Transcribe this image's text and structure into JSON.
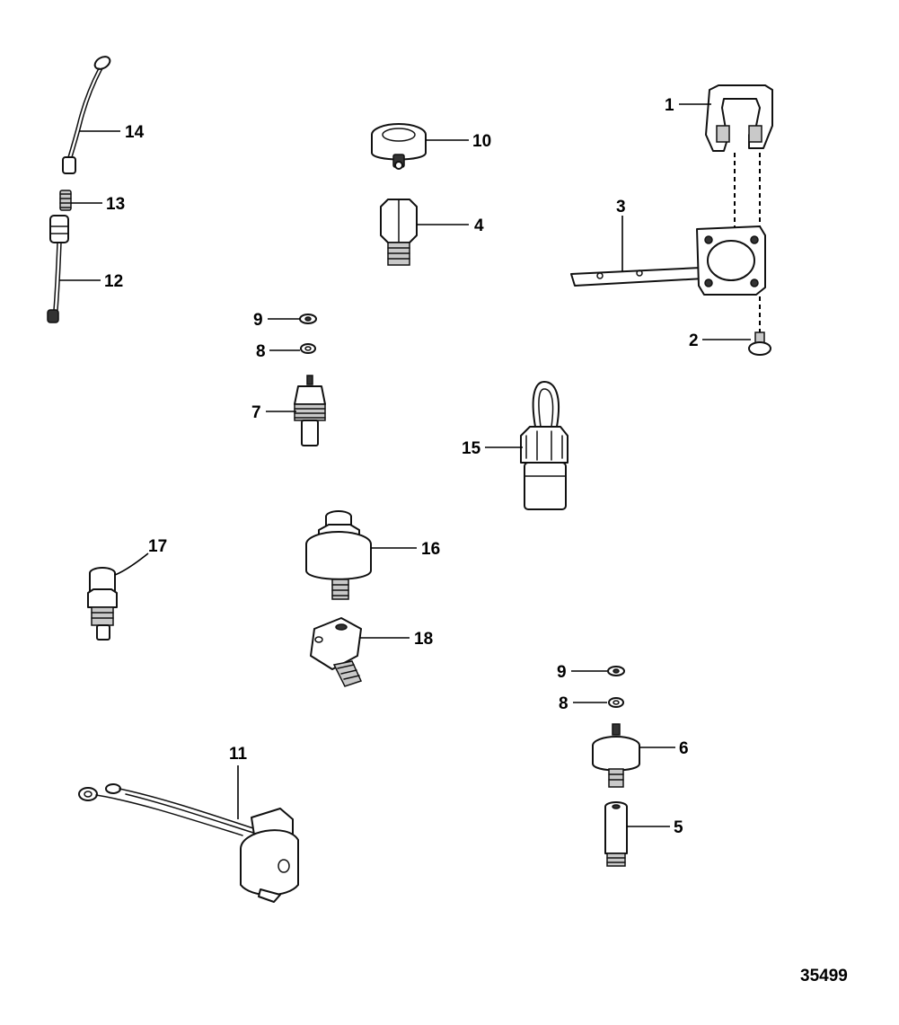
{
  "callouts": {
    "c1": "1",
    "c2": "2",
    "c3": "3",
    "c4": "4",
    "c5": "5",
    "c6": "6",
    "c7": "7",
    "c8a": "8",
    "c8b": "8",
    "c9a": "9",
    "c9b": "9",
    "c10": "10",
    "c11": "11",
    "c12": "12",
    "c13": "13",
    "c14": "14",
    "c15": "15",
    "c16": "16",
    "c17": "17",
    "c18": "18"
  },
  "figure_number": "35499"
}
